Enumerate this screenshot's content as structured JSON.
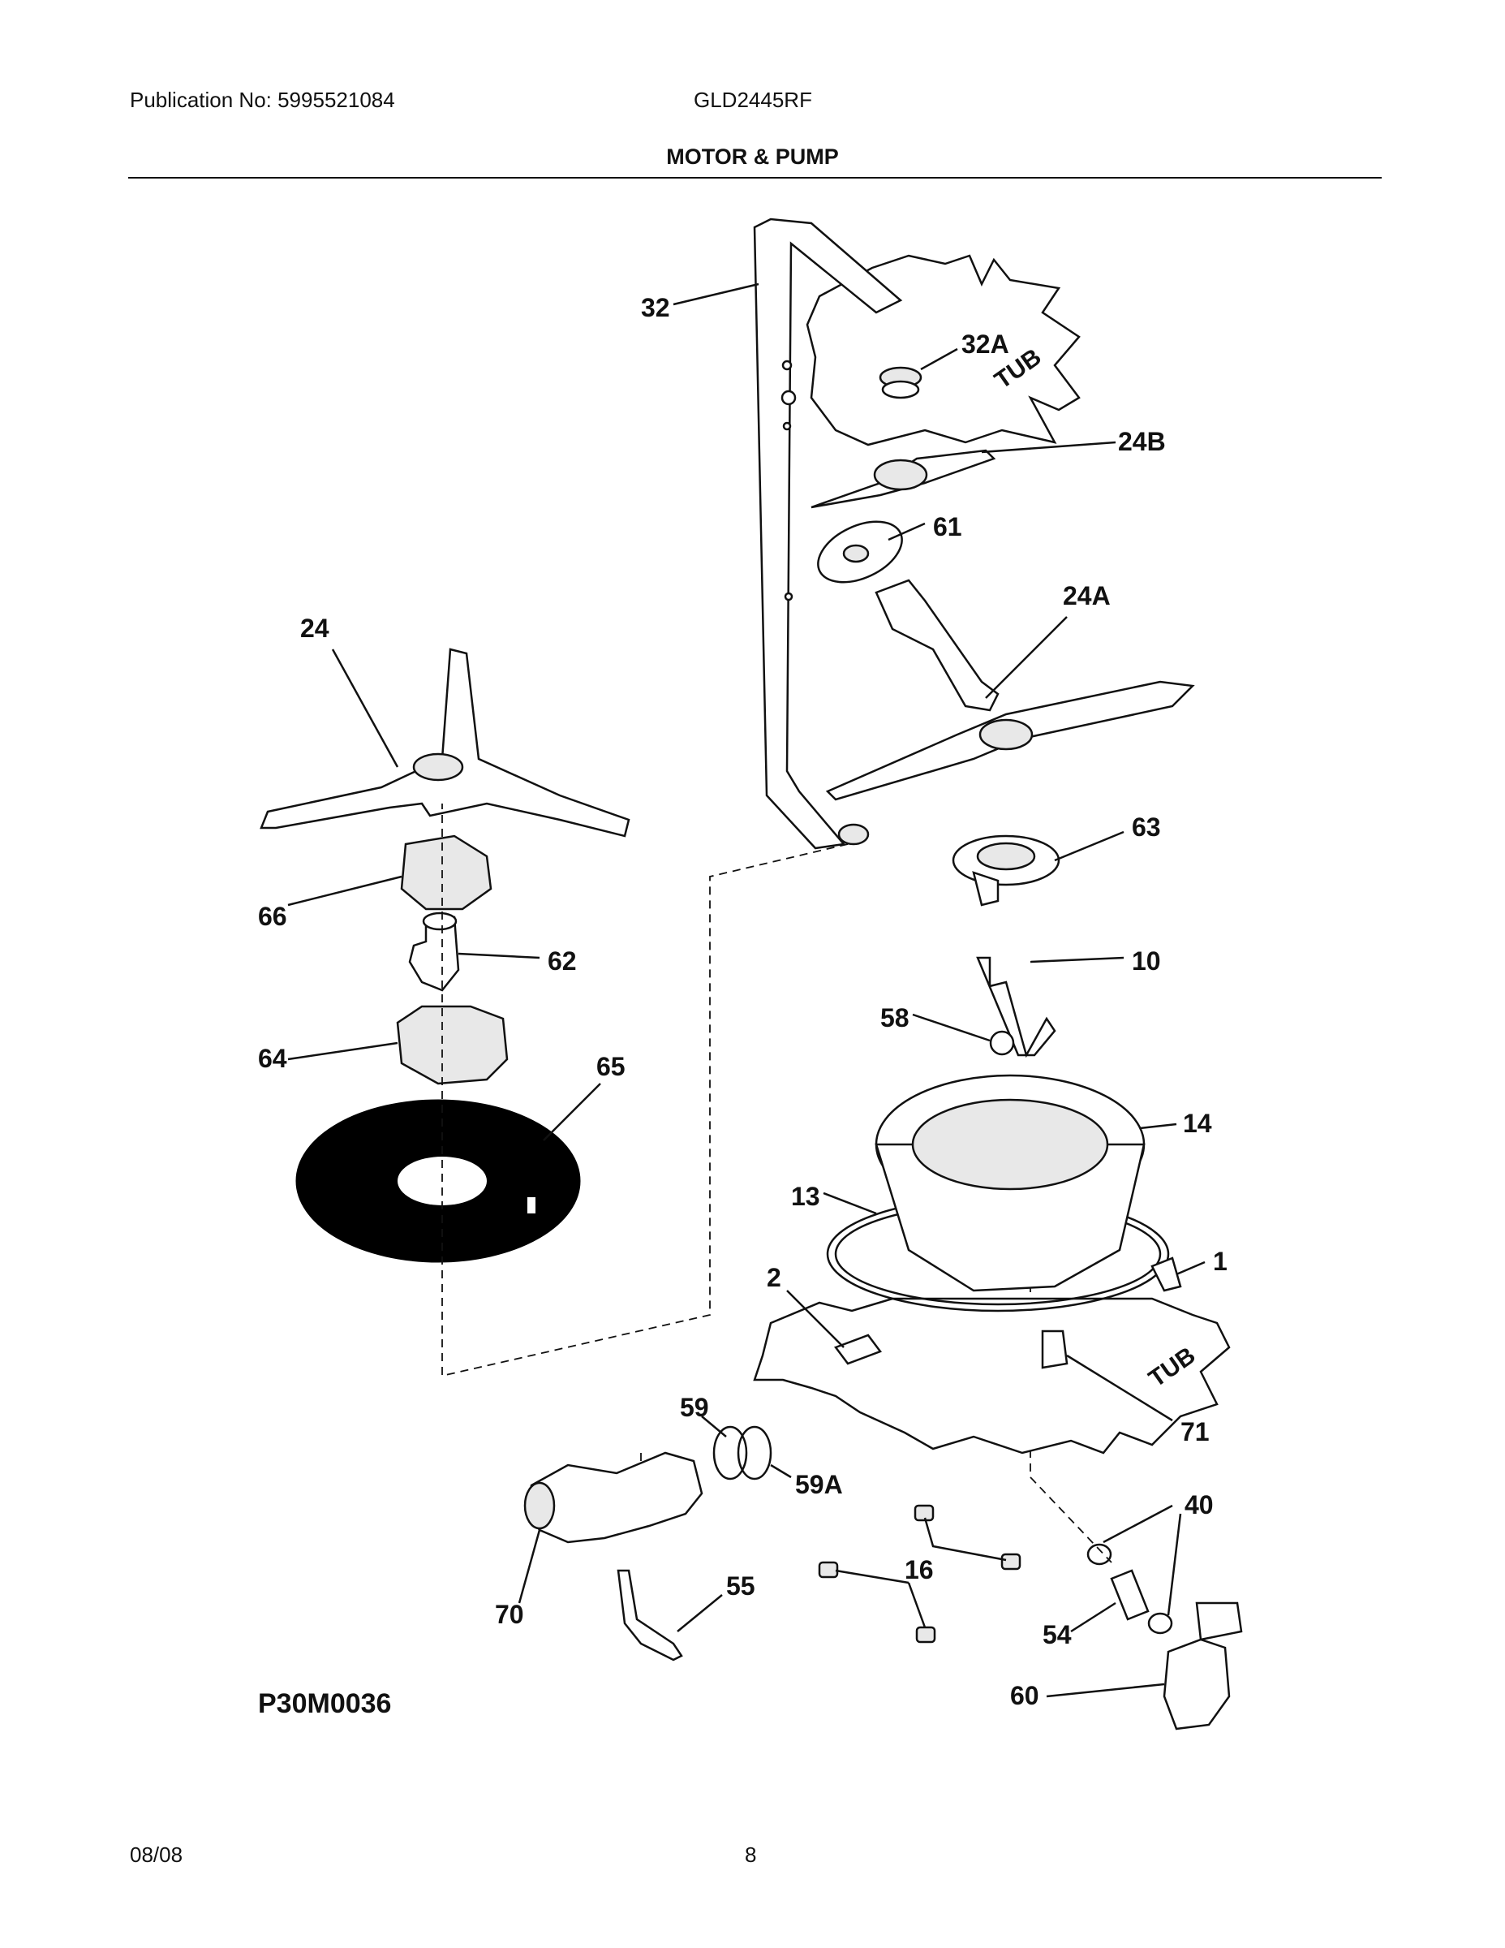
{
  "header": {
    "publication": "Publication No: 5995521084",
    "model": "GLD2445RF",
    "section_title": "MOTOR & PUMP"
  },
  "diagram": {
    "figure_code": "P30M0036",
    "tub_labels": [
      "TUB",
      "TUB"
    ],
    "callouts": [
      "32",
      "32A",
      "24B",
      "61",
      "24A",
      "24",
      "63",
      "66",
      "62",
      "10",
      "58",
      "64",
      "65",
      "14",
      "13",
      "1",
      "2",
      "71",
      "59",
      "59A",
      "40",
      "16",
      "55",
      "70",
      "54",
      "60"
    ]
  },
  "footer": {
    "date": "08/08",
    "page": "8"
  }
}
